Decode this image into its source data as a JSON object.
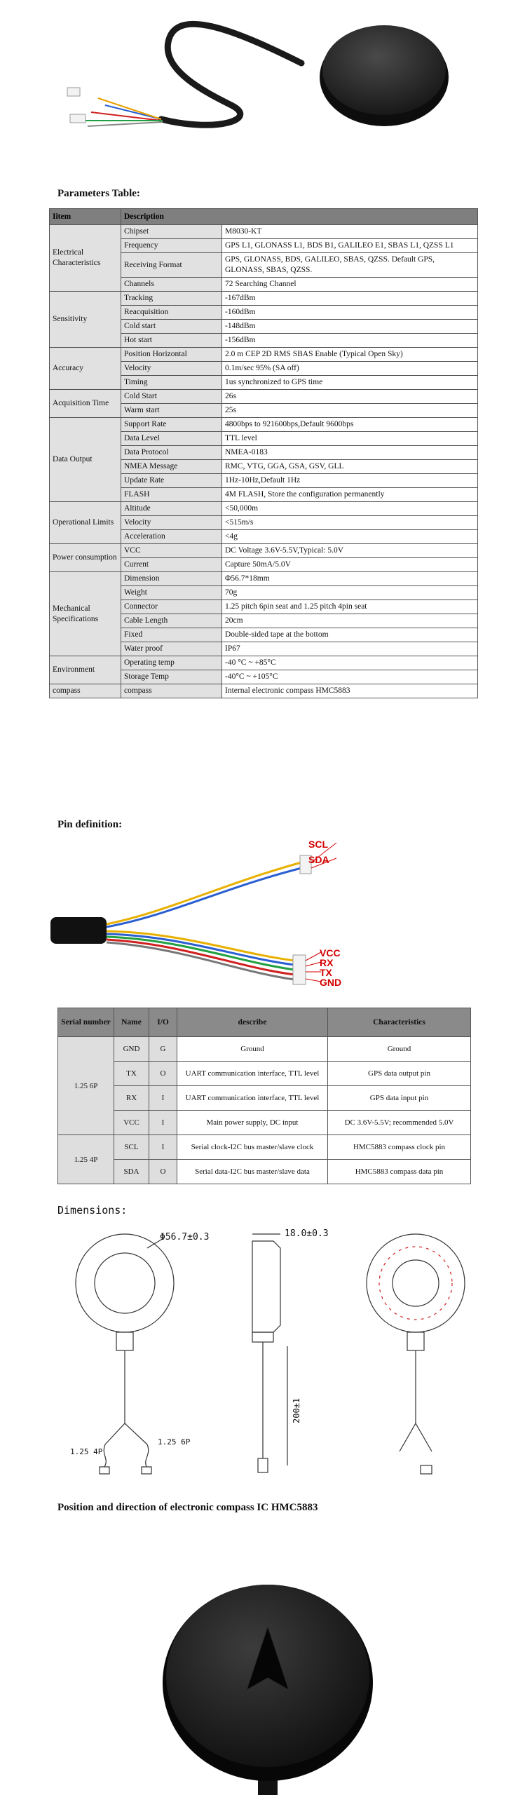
{
  "headings": {
    "parameters": "Parameters Table:",
    "pin_definition": "Pin definition:",
    "dimensions": "Dimensions:",
    "compass": "Position and direction of electronic compass IC HMC5883"
  },
  "params_table": {
    "header": [
      "Iitem",
      "Description"
    ],
    "groups": [
      {
        "name": "Electrical Characteristics",
        "rows": [
          [
            "Chipset",
            "M8030-KT"
          ],
          [
            "Frequency",
            "GPS L1, GLONASS L1, BDS B1, GALILEO E1, SBAS L1, QZSS L1"
          ],
          [
            "Receiving Format",
            "GPS, GLONASS, BDS, GALILEO, SBAS, QZSS. Default GPS, GLONASS, SBAS, QZSS."
          ],
          [
            "Channels",
            "72 Searching Channel"
          ]
        ]
      },
      {
        "name": "Sensitivity",
        "rows": [
          [
            "Tracking",
            "-167dBm"
          ],
          [
            "Reacquisition",
            "-160dBm"
          ],
          [
            "Cold start",
            "-148dBm"
          ],
          [
            "Hot start",
            "-156dBm"
          ]
        ]
      },
      {
        "name": "Accuracy",
        "rows": [
          [
            "Position Horizontal",
            "2.0 m CEP 2D RMS SBAS Enable (Typical Open Sky)"
          ],
          [
            "Velocity",
            "0.1m/sec 95% (SA off)"
          ],
          [
            "Timing",
            "1us synchronized to GPS time"
          ]
        ]
      },
      {
        "name": "Acquisition Time",
        "rows": [
          [
            "Cold Start",
            "26s"
          ],
          [
            "Warm start",
            "25s"
          ]
        ]
      },
      {
        "name": "Data Output",
        "rows": [
          [
            "Support Rate",
            "4800bps to 921600bps,Default 9600bps"
          ],
          [
            "Data Level",
            "TTL level"
          ],
          [
            "Data Protocol",
            "NMEA-0183"
          ],
          [
            "NMEA Message",
            "RMC, VTG, GGA, GSA, GSV, GLL"
          ],
          [
            "Update Rate",
            "1Hz-10Hz,Default 1Hz"
          ],
          [
            "FLASH",
            "4M FLASH, Store the configuration permanently"
          ]
        ]
      },
      {
        "name": "Operational Limits",
        "rows": [
          [
            "Altitude",
            "<50,000m"
          ],
          [
            "Velocity",
            "<515m/s"
          ],
          [
            "Acceleration",
            "<4g"
          ]
        ]
      },
      {
        "name": "Power consumption",
        "rows": [
          [
            "VCC",
            "DC Voltage 3.6V-5.5V,Typical: 5.0V"
          ],
          [
            "Current",
            "Capture 50mA/5.0V"
          ]
        ]
      },
      {
        "name": "Mechanical Specifications",
        "rows": [
          [
            "Dimension",
            "Φ56.7*18mm"
          ],
          [
            "Weight",
            "70g"
          ],
          [
            "Connector",
            "1.25 pitch 6pin seat and 1.25 pitch 4pin seat"
          ],
          [
            "Cable Length",
            "20cm"
          ],
          [
            "Fixed",
            "Double-sided tape at the bottom"
          ],
          [
            "Water proof",
            "IP67"
          ]
        ]
      },
      {
        "name": "Environment",
        "rows": [
          [
            "Operating temp",
            "-40 °C ~ +85°C"
          ],
          [
            "Storage Temp",
            "-40°C ~ +105°C"
          ]
        ]
      },
      {
        "name": "compass",
        "rows": [
          [
            "compass",
            "Internal electronic compass HMC5883"
          ]
        ]
      }
    ]
  },
  "pin_labels": {
    "top": [
      "SCL",
      "SDA"
    ],
    "bottom": [
      "VCC",
      "RX",
      "TX",
      "GND"
    ]
  },
  "pin_table": {
    "header": [
      "Serial number",
      "Name",
      "I/O",
      "describe",
      "Characteristics"
    ],
    "groups": [
      {
        "serial": "1.25 6P",
        "rows": [
          [
            "GND",
            "G",
            "Ground",
            "Ground"
          ],
          [
            "TX",
            "O",
            "UART communication interface, TTL level",
            "GPS data output pin"
          ],
          [
            "RX",
            "I",
            "UART communication interface, TTL level",
            "GPS data input pin"
          ],
          [
            "VCC",
            "I",
            "Main power supply, DC input",
            "DC 3.6V-5.5V; recommended 5.0V"
          ]
        ]
      },
      {
        "serial": "1.25 4P",
        "rows": [
          [
            "SCL",
            "I",
            "Serial clock-I2C bus master/slave clock",
            "HMC5883 compass clock pin"
          ],
          [
            "SDA",
            "O",
            "Serial data-I2C bus master/slave data",
            "HMC5883 compass data pin"
          ]
        ]
      }
    ]
  },
  "dimension_labels": {
    "diameter": "Φ56.7±0.3",
    "height": "18.0±0.3",
    "cable": "200±1",
    "conn4": "1.25 4P",
    "conn6": "1.25 6P"
  }
}
